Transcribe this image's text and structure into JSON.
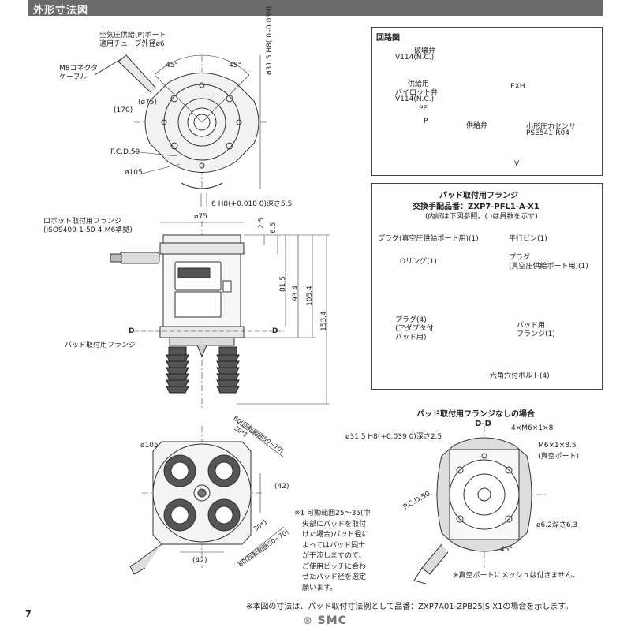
{
  "header": {
    "title": "外形寸法図"
  },
  "top_view": {
    "air_port": "空気圧供給(P)ポート",
    "tube": "適用チューブ外径ø6",
    "m8_connector": "M8コネクタ",
    "cable": "ケーブル",
    "angle_left": "45°",
    "angle_right": "45°",
    "phi75": "(ø75)",
    "len170": "(170)",
    "pcd50": "P.C.D.50",
    "phi105": "ø105",
    "bore": "ø31.5 H8(  0 -0.039)",
    "pin_hole": "6 H8(+0.018 0)深さ5.5"
  },
  "side_view": {
    "robot_flange": "ロボット取付用フランジ",
    "iso": "(ISO9409-1-50-4-M6準拠)",
    "phi75": "ø75",
    "d2_5": "2.5",
    "d6_5": "6.5",
    "d81_5": "81.5",
    "d93_4": "93.4",
    "d105_4": "105.4",
    "d153_4": "153.4",
    "section_d_left": "D",
    "section_d_right": "D",
    "pad_flange": "パッド取付用フランジ"
  },
  "bottom_view": {
    "phi105": "ø105",
    "pitch60_top": "60(回転範囲50~70)",
    "star30_top": "30*1",
    "d42_right": "(42)",
    "star30_bottom": "30*1",
    "pitch60_bottom": "60(回転範囲50~70)",
    "d42_bottom": "(42)"
  },
  "note1": [
    "※1 可動範囲25～35(中",
    "央部にパッドを取付",
    "けた場合)パッド径に",
    "よってはパッド同士",
    "が干渉しますので、",
    "ご使用ピッチに合わ",
    "せたパッド径を選定",
    "願います。"
  ],
  "circuit": {
    "title": "回路図",
    "break_valve": "破壊弁",
    "break_model": "V114(N.C.)",
    "supply_pilot_1": "供給用",
    "supply_pilot_2": "パイロット弁",
    "supply_pilot_model": "V114(N.C.)",
    "pe": "PE",
    "p": "P",
    "supply_valve": "供給弁",
    "exh": "EXH.",
    "sensor": "小形圧力センサ",
    "sensor_model": "PSE541-R04",
    "v": "V"
  },
  "flange_box": {
    "title": "パッド取付用フランジ",
    "part_no": "交換手配品番：ZXP7-PFL1-A-X1",
    "contents": "(内訳は下図参照。(  )は員数を示す)",
    "plug_vacuum_supply": "プラグ(真空圧供給ポート用)(1)",
    "parallel_pin": "平行ピン(1)",
    "oring": "Oリング(1)",
    "plug_vacuum_port": "プラグ",
    "plug_vacuum_port2": "(真空圧供給ポート用)(1)",
    "plug4_1": "プラグ(4)",
    "plug4_2": "(アダプタ付",
    "plug4_3": "パッド用)",
    "pad_flange_1": "パッド用",
    "pad_flange_2": "フランジ(1)",
    "hex_bolt": "六角穴付ボルト(4)"
  },
  "no_flange": {
    "title": "パッド取付用フランジなしの場合",
    "dd": "D-D",
    "bore": "ø31.5 H8(+0.039 0)深さ2.5",
    "thread": "4×M6×1×8",
    "m6": "M6×1×8.5",
    "vacuum_port": "(真空ポート)",
    "pcd50": "P.C.D.50",
    "phi62": "ø6.2深さ6.3",
    "angle": "45°",
    "mesh_note": "※真空ポートにメッシュは付きません。"
  },
  "footer": {
    "note": "※本図の寸法は、パッド取付寸法例として品番：ZXP7A01-ZPB25JS-X1の場合を示します。",
    "page": "7",
    "logo": "SMC"
  }
}
